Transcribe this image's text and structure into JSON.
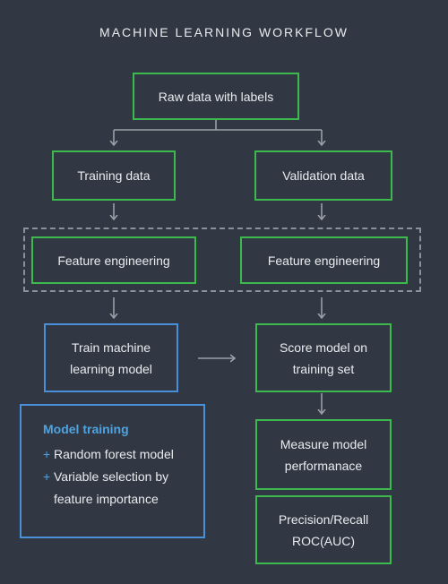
{
  "title": "MACHINE LEARNING WORKFLOW",
  "nodes": {
    "raw": "Raw data with labels",
    "training": "Training data",
    "validation": "Validation data",
    "fe_left": "Feature engineering",
    "fe_right": "Feature engineering",
    "train_l1": "Train machine",
    "train_l2": "learning model",
    "score_l1": "Score model on",
    "score_l2": "training set",
    "measure_l1": "Measure model",
    "measure_l2": "performanace",
    "prec_l1": "Precision/Recall",
    "prec_l2": "ROC(AUC)"
  },
  "panel": {
    "title": "Model training",
    "items": [
      "Random forest model",
      "Variable selection by",
      "feature importance"
    ],
    "bullet": "+"
  },
  "colors": {
    "background": "#313843",
    "node_border": "#3dba4e",
    "model_border": "#4a90d9",
    "panel_title": "#4fa3e0",
    "arrow": "#9aa0a6"
  }
}
